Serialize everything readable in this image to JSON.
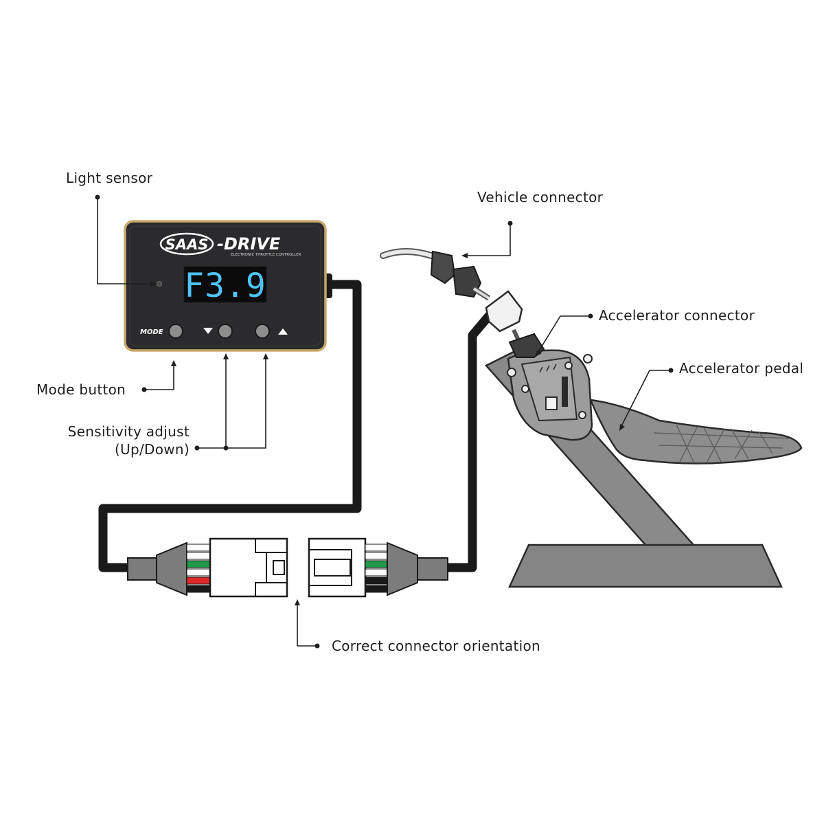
{
  "callouts": {
    "light_sensor": "Light sensor",
    "mode_button": "Mode button",
    "sensitivity_line1": "Sensitivity adjust",
    "sensitivity_line2": "(Up/Down)",
    "vehicle_connector": "Vehicle connector",
    "accelerator_connector": "Accelerator connector",
    "accelerator_pedal": "Accelerator pedal",
    "connector_orientation": "Correct connector orientation"
  },
  "device": {
    "brand": "SAAS",
    "product": "-DRIVE",
    "subtitle": "ELECTRONIC THROTTLE CONTROLLER",
    "display": "F3.9",
    "mode_label": "MODE"
  },
  "colors": {
    "device_body": "#2b2b2d",
    "device_trim": "#c9a86a",
    "display_digits": "#4fc3f7",
    "cable": "#1a1a1a",
    "connector_gray": "#7c7c7c",
    "pedal_gray": "#8a8a8a",
    "wire_green": "#1f9a4a",
    "wire_red": "#e02a2a"
  }
}
